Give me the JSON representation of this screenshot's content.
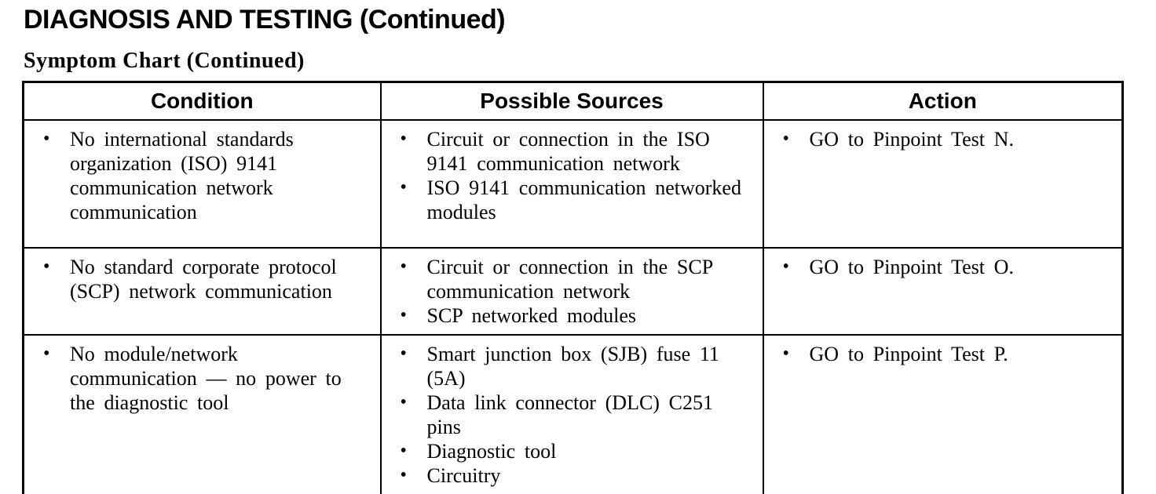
{
  "page": {
    "title": "DIAGNOSIS AND TESTING (Continued)",
    "subtitle": "Symptom Chart (Continued)"
  },
  "colors": {
    "text": "#000000",
    "border": "#000000",
    "background": "#ffffff"
  },
  "bullet_glyph": "•",
  "table": {
    "headers": [
      "Condition",
      "Possible Sources",
      "Action"
    ],
    "rows": [
      {
        "condition": [
          "No international standards organization (ISO) 9141 communication network communication"
        ],
        "possible_sources": [
          "Circuit or connection in the ISO 9141 communication network",
          "ISO 9141 communication networked modules"
        ],
        "action": [
          "GO to Pinpoint Test N."
        ]
      },
      {
        "condition": [
          "No standard corporate protocol (SCP) network communication"
        ],
        "possible_sources": [
          "Circuit or connection in the SCP communication network",
          "SCP networked modules"
        ],
        "action": [
          "GO to Pinpoint Test O."
        ]
      },
      {
        "condition": [
          "No module/network communication — no power to the diagnostic tool"
        ],
        "possible_sources": [
          "Smart junction box (SJB) fuse 11 (5A)",
          "Data link connector (DLC) C251 pins",
          "Diagnostic tool",
          "Circuitry"
        ],
        "action": [
          "GO to Pinpoint Test P."
        ]
      }
    ]
  }
}
